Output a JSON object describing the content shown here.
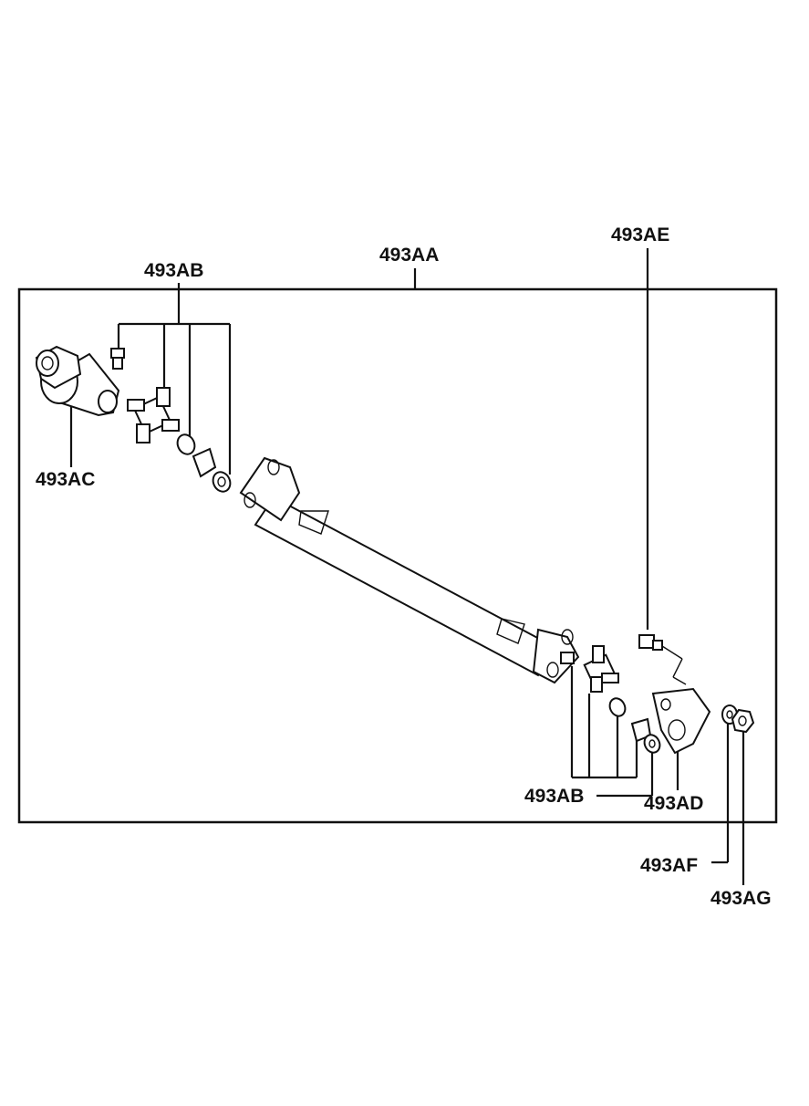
{
  "diagram": {
    "labels": {
      "assembly": "493AA",
      "cross_kit_front": "493AB",
      "cross_kit_rear": "493AB",
      "slip_yoke": "493AC",
      "flange_yoke": "493AD",
      "bolt": "493AE",
      "washer": "493AF",
      "nut": "493AG"
    }
  }
}
